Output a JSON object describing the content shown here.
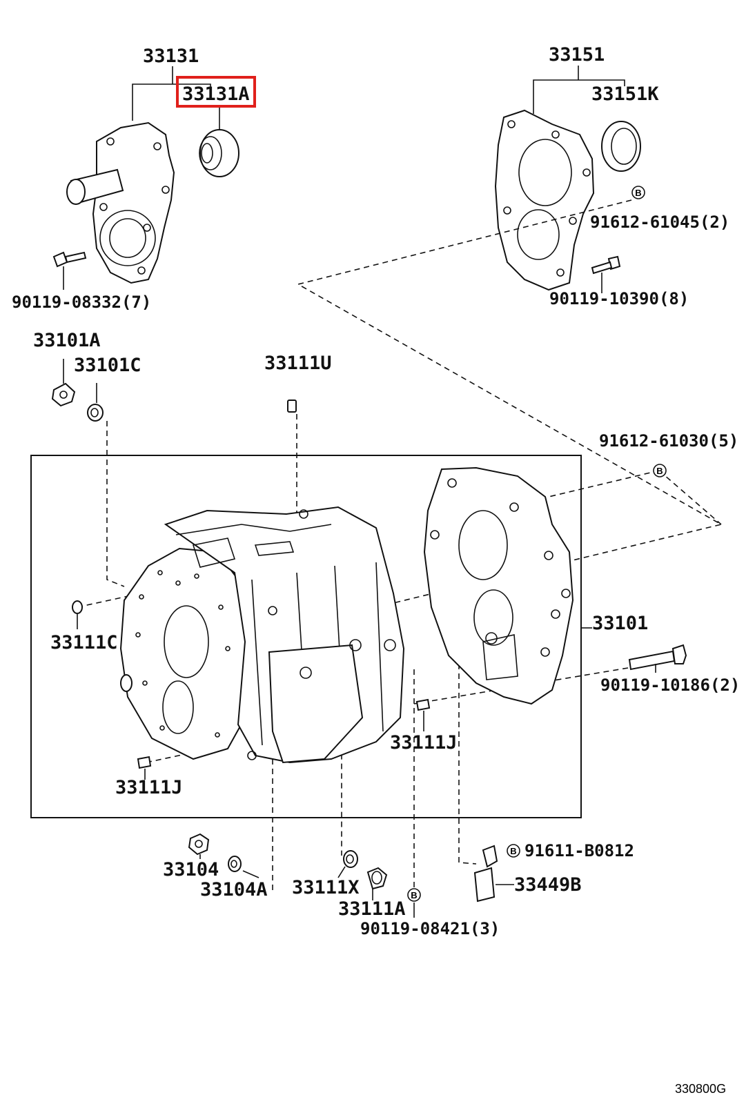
{
  "diagram_code": "330800G",
  "highlight_color": "#e0201b",
  "labels": {
    "p33131": "33131",
    "p33131A": "33131A",
    "p33151": "33151",
    "p33151K": "33151K",
    "p91612_61045": "91612-61045(2)",
    "p90119_08332": "90119-08332(7)",
    "p90119_10390": "90119-10390(8)",
    "p33101A": "33101A",
    "p33101C": "33101C",
    "p33111U": "33111U",
    "p91612_61030": "91612-61030(5)",
    "p33111C": "33111C",
    "p33101": "33101",
    "p90119_10186": "90119-10186(2)",
    "p33111J_right": "33111J",
    "p33111J_left": "33111J",
    "p91611_B0812": "91611-B0812",
    "p33104": "33104",
    "p33104A": "33104A",
    "p33111X": "33111X",
    "p33111A": "33111A",
    "p33449B": "33449B",
    "p90119_08421": "90119-08421(3)"
  },
  "b_marker": "B"
}
